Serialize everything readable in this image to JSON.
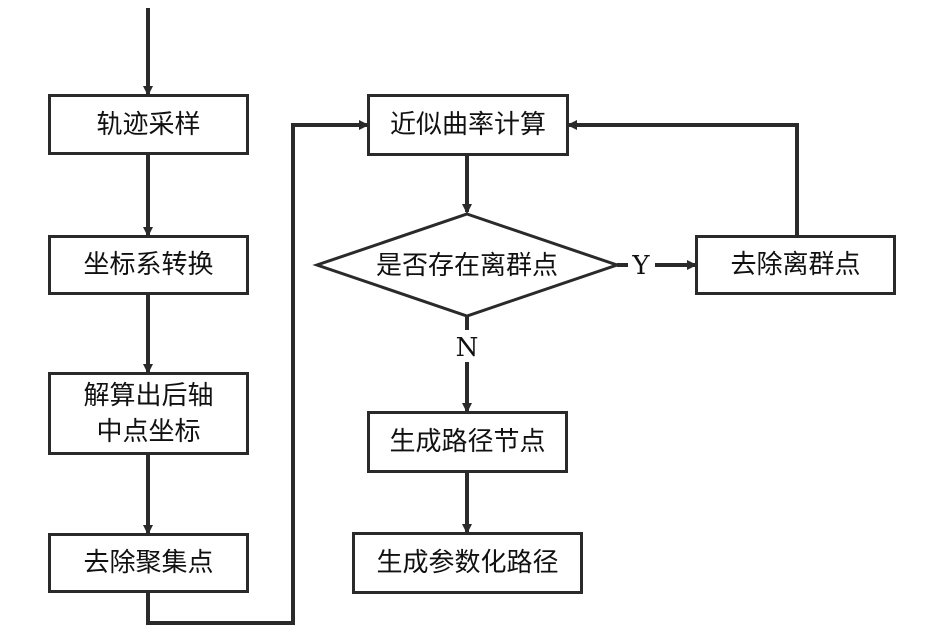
{
  "diagram": {
    "left_column": {
      "trajectory_sampling": "轨迹采样",
      "coord_transform": "坐标系转换",
      "rear_axle_line1": "解算出后轴",
      "rear_axle_line2": "中点坐标",
      "remove_cluster_points": "去除聚集点"
    },
    "right_column": {
      "curvature_calc": "近似曲率计算",
      "outlier_decision": "是否存在离群点",
      "remove_outliers": "去除离群点",
      "generate_path_nodes": "生成路径节点",
      "generate_param_path": "生成参数化路径"
    },
    "labels": {
      "yes": "Y",
      "no": "N"
    },
    "colors": {
      "stroke": "#2a2a2a",
      "background": "#ffffff",
      "text": "#111111"
    }
  }
}
